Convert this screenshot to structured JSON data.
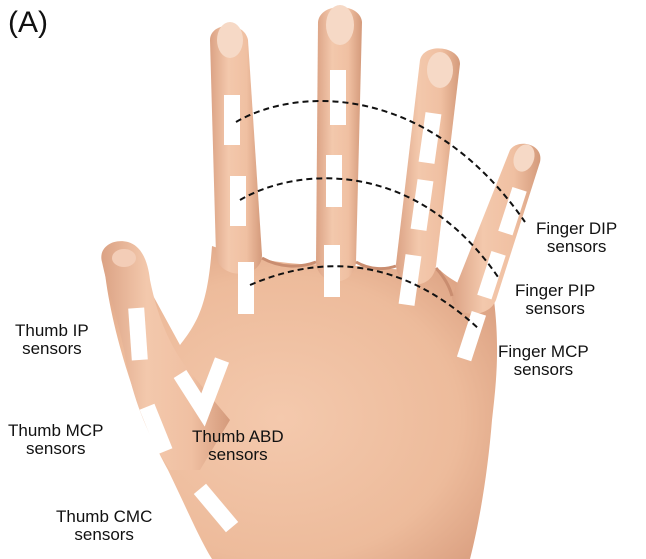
{
  "panel_label": "(A)",
  "colors": {
    "skin": "#f0c2a4",
    "skin_shadow": "#d89b7c",
    "nail": "#f6d9c6",
    "sensor": "#ffffff",
    "dash": "#111111"
  },
  "labels": {
    "finger_dip": {
      "line1": "Finger DIP",
      "line2": "sensors"
    },
    "finger_pip": {
      "line1": "Finger PIP",
      "line2": "sensors"
    },
    "finger_mcp": {
      "line1": "Finger MCP",
      "line2": "sensors"
    },
    "thumb_ip": {
      "line1": "Thumb IP",
      "line2": "sensors"
    },
    "thumb_mcp": {
      "line1": "Thumb MCP",
      "line2": "sensors"
    },
    "thumb_abd": {
      "line1": "Thumb ABD",
      "line2": "sensors"
    },
    "thumb_cmc": {
      "line1": "Thumb CMC",
      "line2": "sensors"
    }
  }
}
